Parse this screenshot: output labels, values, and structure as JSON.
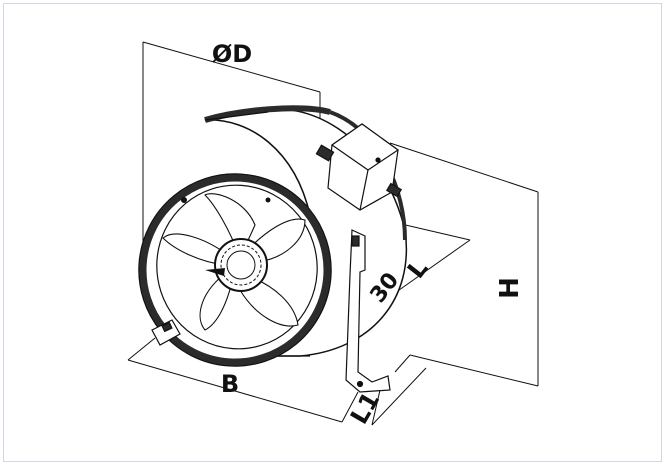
{
  "dimensions": {
    "diameter": "ØD",
    "height": "H",
    "width": "B",
    "length": "L",
    "offset": "30",
    "foot": "L1"
  },
  "colors": {
    "line": "#111111",
    "frame": "#cfd8e3",
    "body": "#ffffff",
    "shade": "#2b2b2b"
  }
}
